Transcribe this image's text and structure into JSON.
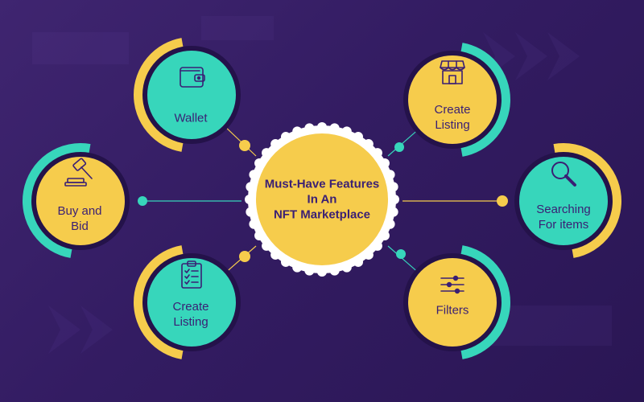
{
  "center": {
    "lines": [
      "Must-Have Features",
      "In An",
      "NFT Marketplace"
    ]
  },
  "nodes": [
    {
      "id": "wallet",
      "lines": [
        "Wallet"
      ],
      "icon": "wallet-icon",
      "fill": "#37d6bb",
      "arc": "#f6cc4c"
    },
    {
      "id": "buy-and-bid",
      "lines": [
        "Buy and",
        "Bid"
      ],
      "icon": "gavel-icon",
      "fill": "#f6cc4c",
      "arc": "#37d6bb"
    },
    {
      "id": "create-listing-left",
      "lines": [
        "Create",
        "Listing"
      ],
      "icon": "clipboard-checklist-icon",
      "fill": "#37d6bb",
      "arc": "#f6cc4c"
    },
    {
      "id": "create-listing-right",
      "lines": [
        "Create",
        "Listing"
      ],
      "icon": "storefront-icon",
      "fill": "#f6cc4c",
      "arc": "#37d6bb"
    },
    {
      "id": "searching-for-items",
      "lines": [
        "Searching",
        "For items"
      ],
      "icon": "magnifier-icon",
      "fill": "#37d6bb",
      "arc": "#f6cc4c"
    },
    {
      "id": "filters",
      "lines": [
        "Filters"
      ],
      "icon": "sliders-icon",
      "fill": "#f6cc4c",
      "arc": "#37d6bb"
    }
  ],
  "colors": {
    "background": "#331c62",
    "yellow": "#f6cc4c",
    "teal": "#37d6bb",
    "text": "#3a1f74",
    "ring_dark": "#24124a"
  }
}
